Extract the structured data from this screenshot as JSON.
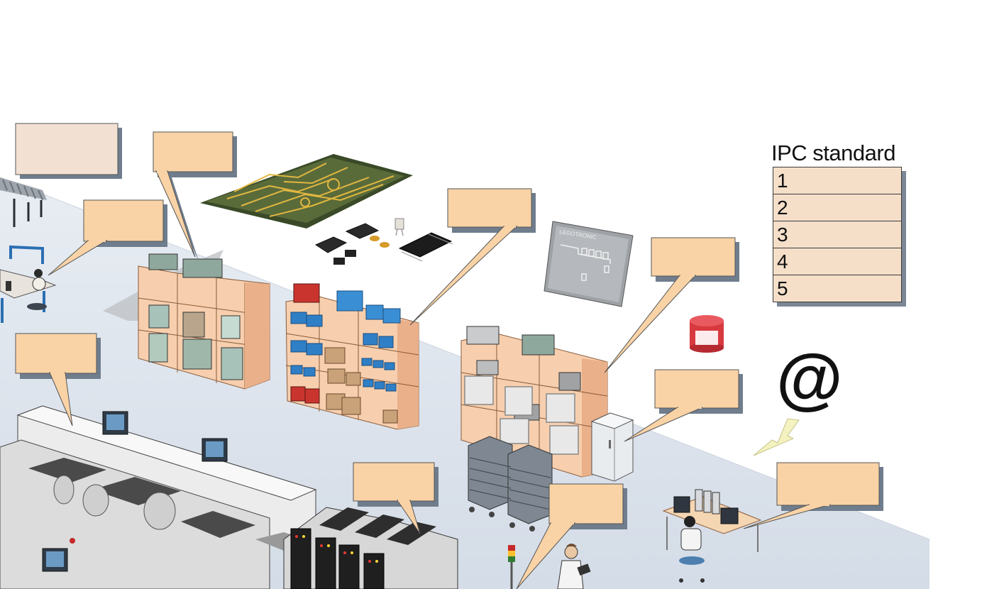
{
  "ipc": {
    "title": "IPC standard",
    "levels": [
      "1",
      "2",
      "3",
      "4",
      "5"
    ]
  },
  "email_symbol": "@",
  "board_label": "LEGOTRONIC",
  "colors": {
    "callout_fill": "#f9d3a6",
    "callout_fill_pale": "#f2e1d3",
    "callout_shadow": "#6f7d8d",
    "floor": "#dfe6ef",
    "shelf_wood": "#f4c29a",
    "pcb_green": "#5a6b3a",
    "pcb_trace": "#e0b640"
  }
}
